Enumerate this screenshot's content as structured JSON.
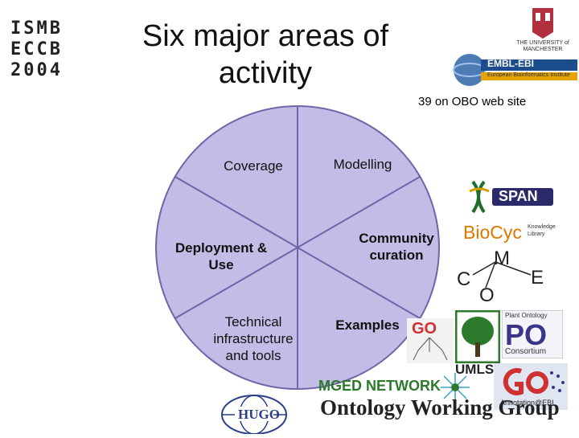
{
  "slide": {
    "title": "Six major areas of activity",
    "note": "39 on OBO web site"
  },
  "segments": [
    {
      "label": "Coverage"
    },
    {
      "label": "Modelling"
    },
    {
      "label": "Deployment & Use"
    },
    {
      "label": "Community curation"
    },
    {
      "label": "Technical infrastructure and tools"
    },
    {
      "label": "Examples"
    }
  ],
  "logos": {
    "ismb": {
      "row1": "ISMB",
      "row2": "ECCB",
      "row3": "2004"
    },
    "manchester": "THE UNIVERSITY of MANCHESTER",
    "embl": {
      "name": "EMBL-EBI",
      "sub": "European Bioinformatics Institute"
    },
    "span": "SPAN",
    "biocyc": {
      "name": "BioCyc",
      "sub": "Knowledge Library"
    },
    "come": {
      "c": "C",
      "o": "O",
      "m": "M",
      "e": "E"
    },
    "go": "GO",
    "po": {
      "name": "PO",
      "top": "Plant Ontology",
      "bottom": "Consortium"
    },
    "umls": "UMLS",
    "annotation": "Annotation@EBI",
    "mged": "MGED NETWORK",
    "owg": "Ontology Working Group",
    "hugo": "HUGO"
  },
  "colors": {
    "pie_fill": "#c3bce6",
    "pie_line": "#6e66a8",
    "embl_blue": "#1b4d8c",
    "biocyc_orange": "#e07800",
    "go_red": "#d03030",
    "po_purple": "#3c3688",
    "mged_green": "#2c7a2c"
  }
}
